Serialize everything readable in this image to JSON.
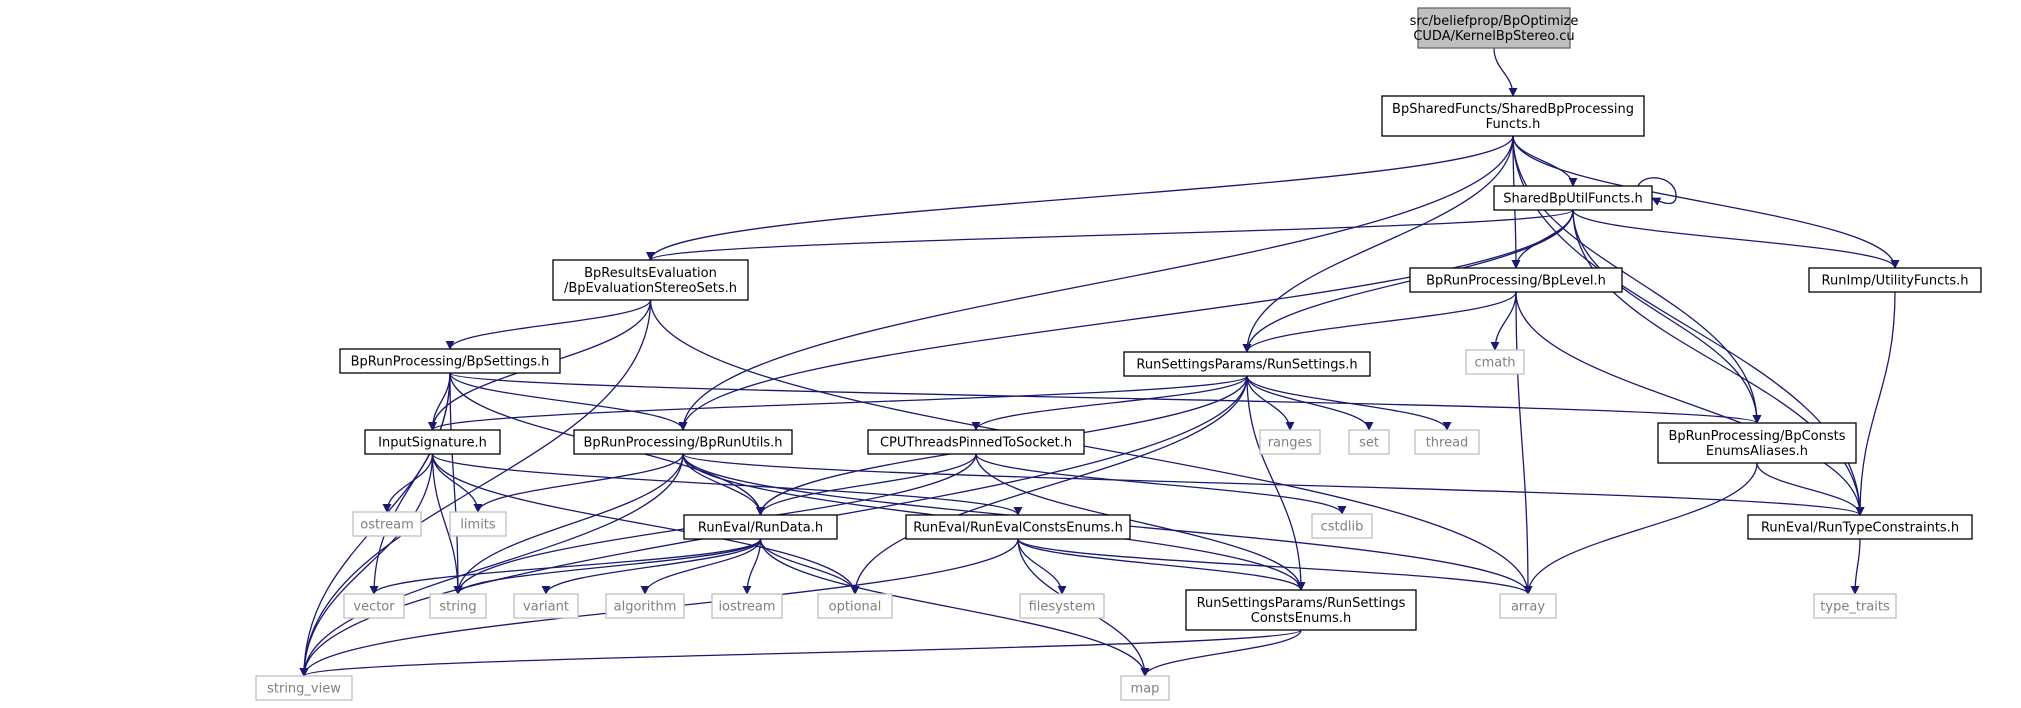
{
  "nodes": {
    "root": [
      "src/beliefprop/BpOptimize",
      "CUDA/KernelBpStereo.cu"
    ],
    "sharedProc": [
      "BpSharedFuncts/SharedBpProcessing",
      "Functs.h"
    ],
    "sharedUtil": [
      "SharedBpUtilFuncts.h"
    ],
    "evalStereo": [
      "BpResultsEvaluation",
      "/BpEvaluationStereoSets.h"
    ],
    "bpLevel": [
      "BpRunProcessing/BpLevel.h"
    ],
    "utilFuncts": [
      "RunImp/UtilityFuncts.h"
    ],
    "bpSettings": [
      "BpRunProcessing/BpSettings.h"
    ],
    "runSettings": [
      "RunSettingsParams/RunSettings.h"
    ],
    "cmath": [
      "cmath"
    ],
    "inputSig": [
      "InputSignature.h"
    ],
    "bpRunUtils": [
      "BpRunProcessing/BpRunUtils.h"
    ],
    "cpuThreads": [
      "CPUThreadsPinnedToSocket.h"
    ],
    "ranges": [
      "ranges"
    ],
    "set": [
      "set"
    ],
    "thread": [
      "thread"
    ],
    "constsEnumsAliases": [
      "BpRunProcessing/BpConsts",
      "EnumsAliases.h"
    ],
    "ostream": [
      "ostream"
    ],
    "limits": [
      "limits"
    ],
    "runData": [
      "RunEval/RunData.h"
    ],
    "runEvalEnums": [
      "RunEval/RunEvalConstsEnums.h"
    ],
    "cstdlib": [
      "cstdlib"
    ],
    "typeConstraints": [
      "RunEval/RunTypeConstraints.h"
    ],
    "vector": [
      "vector"
    ],
    "string": [
      "string"
    ],
    "variant": [
      "variant"
    ],
    "algorithm": [
      "algorithm"
    ],
    "iostream": [
      "iostream"
    ],
    "optional": [
      "optional"
    ],
    "filesystem": [
      "filesystem"
    ],
    "settingsEnums": [
      "RunSettingsParams/RunSettings",
      "ConstsEnums.h"
    ],
    "array": [
      "array"
    ],
    "typeTraits": [
      "type_traits"
    ],
    "stringView": [
      "string_view"
    ],
    "map": [
      "map"
    ]
  },
  "colors": {
    "edge": "#191970",
    "root_fill": "#bfbfbf",
    "system_border": "#bfbfbf",
    "system_text": "#808080"
  }
}
